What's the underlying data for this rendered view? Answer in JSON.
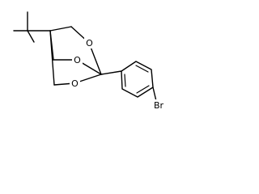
{
  "molecule": {
    "atoms": {
      "o_top": "O",
      "o_bridge": "O",
      "o_bottom": "O",
      "br": "Br"
    }
  }
}
